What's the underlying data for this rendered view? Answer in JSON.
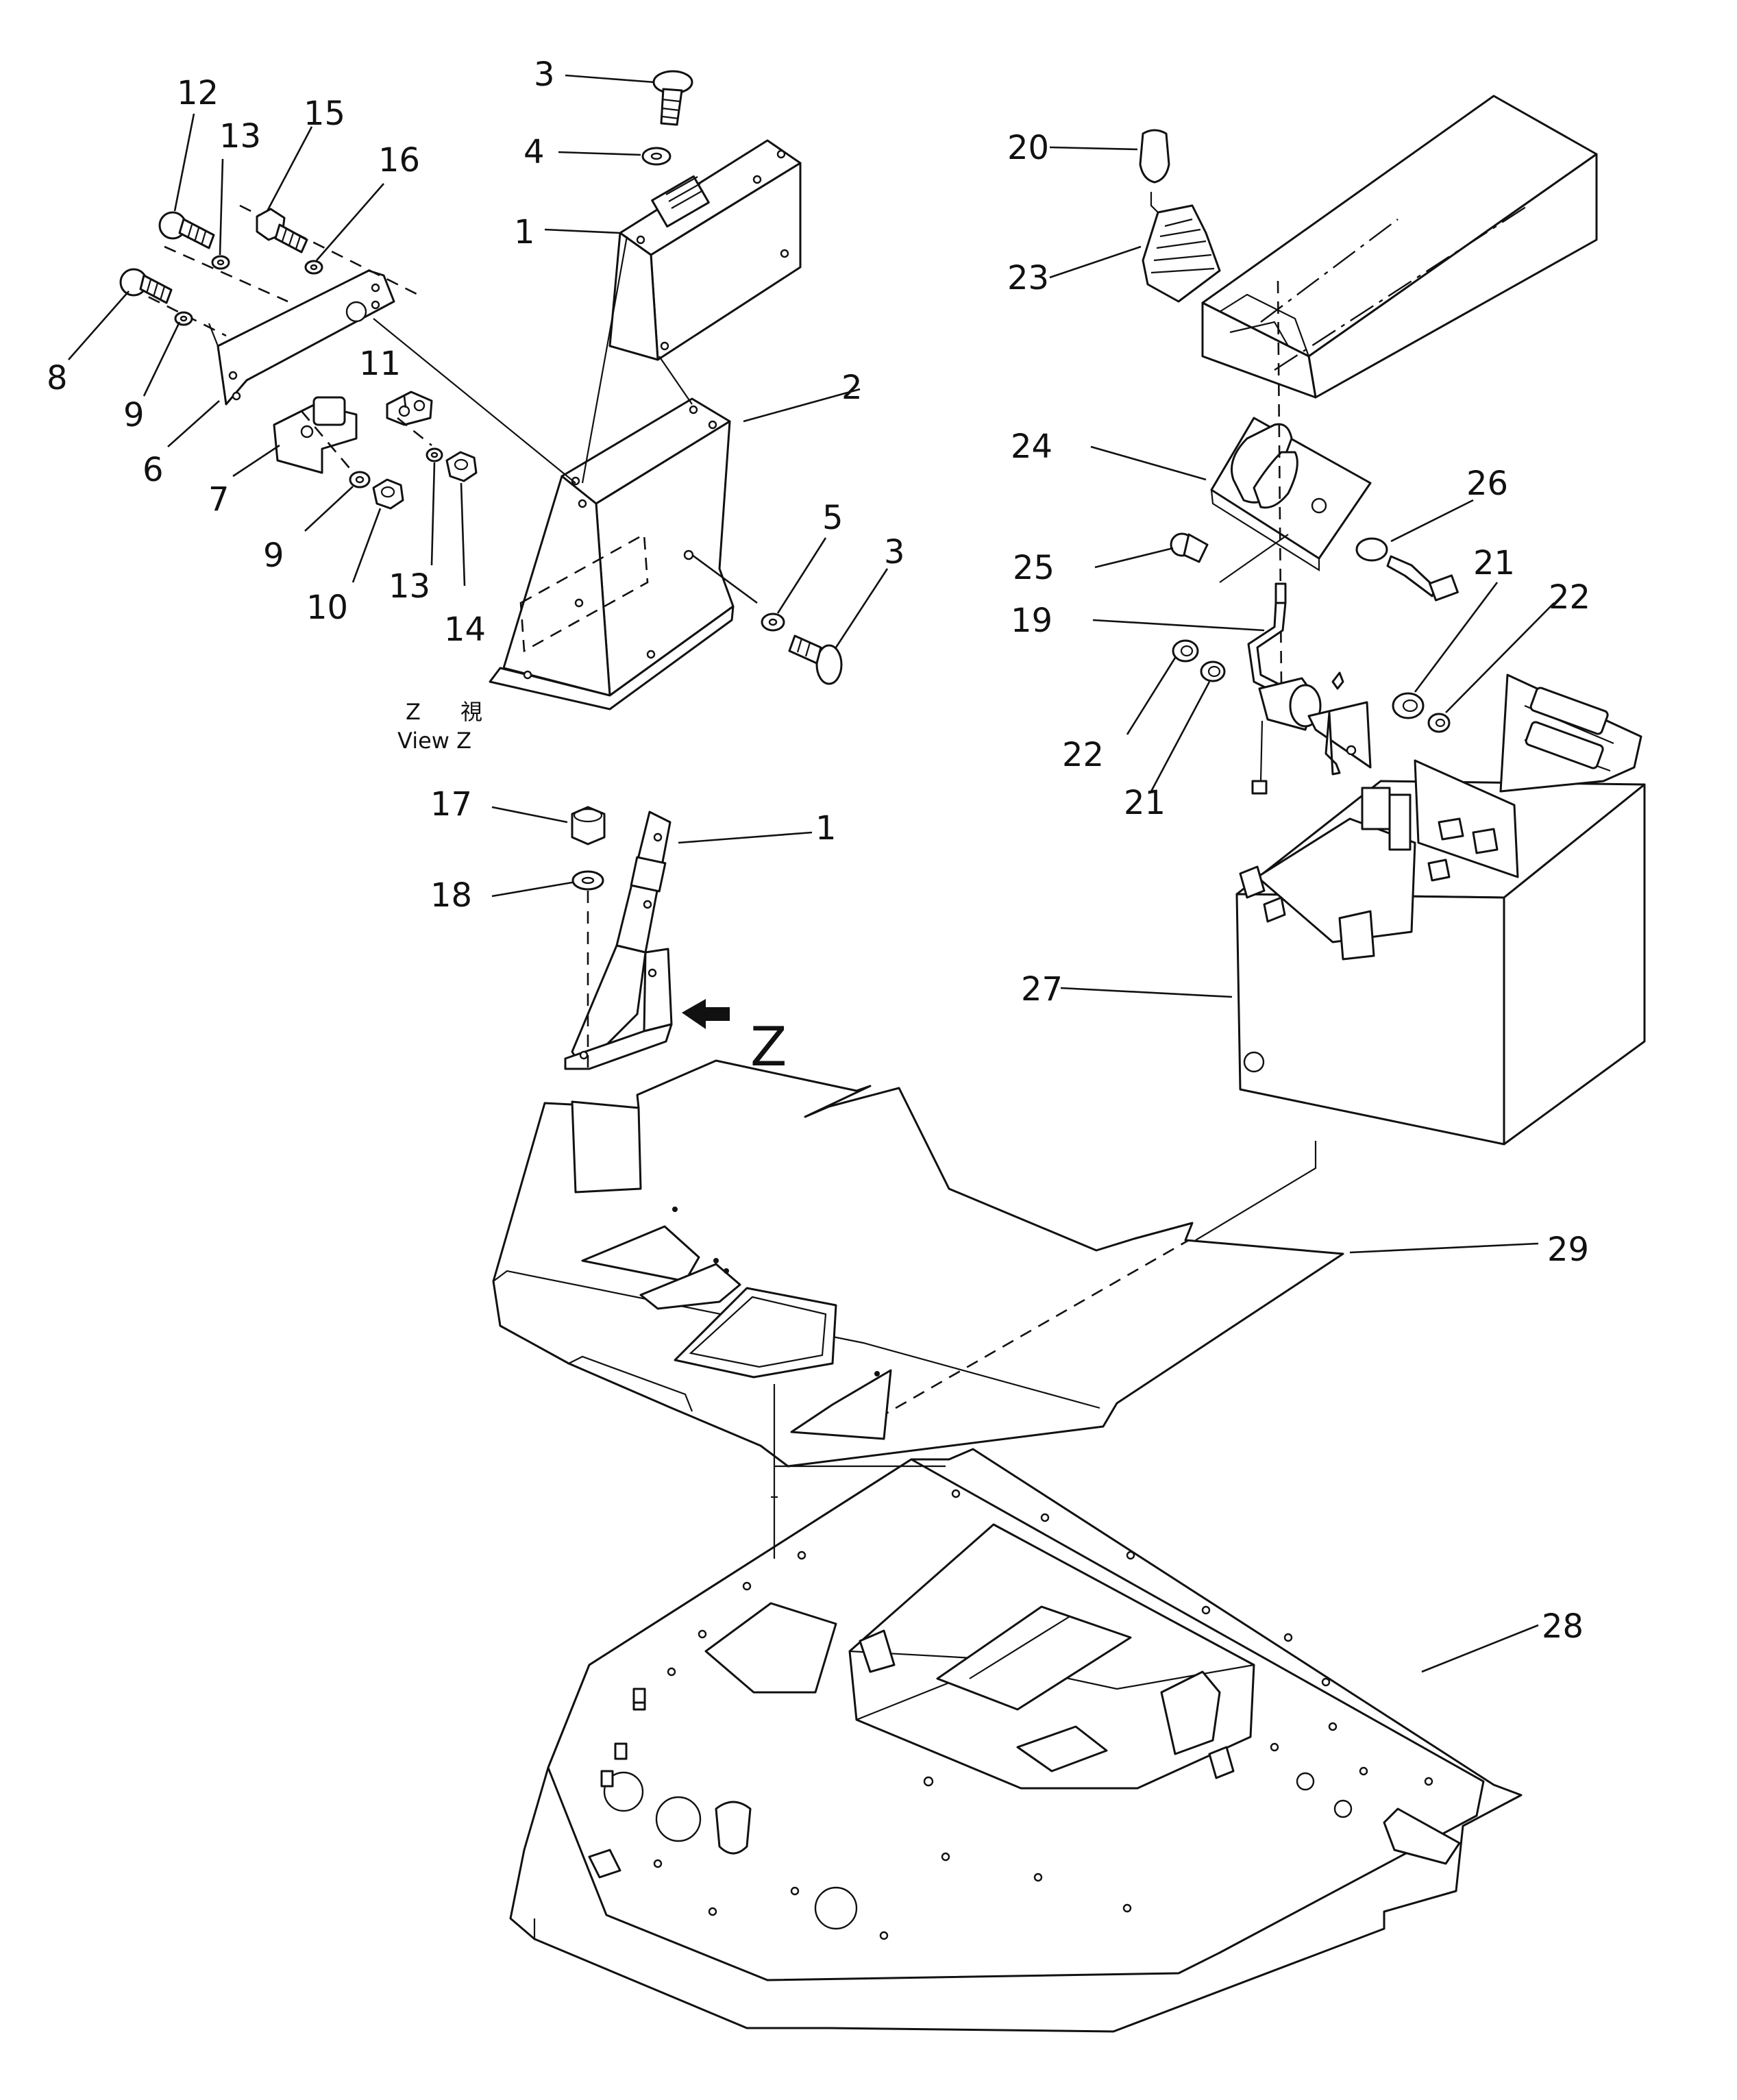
{
  "callouts": {
    "c1a": "1",
    "c1b": "1",
    "c2": "2",
    "c3a": "3",
    "c3b": "3",
    "c4": "4",
    "c5": "5",
    "c6": "6",
    "c7": "7",
    "c8": "8",
    "c9a": "9",
    "c9b": "9",
    "c10": "10",
    "c11": "11",
    "c12": "12",
    "c13a": "13",
    "c13b": "13",
    "c14": "14",
    "c15": "15",
    "c16": "16",
    "c17": "17",
    "c18": "18",
    "c19": "19",
    "c20": "20",
    "c21a": "21",
    "c21b": "21",
    "c22a": "22",
    "c22b": "22",
    "c23": "23",
    "c24": "24",
    "c25": "25",
    "c26": "26",
    "c27": "27",
    "c28": "28",
    "c29": "29"
  },
  "view_label": {
    "line1_left": "Z",
    "line1_right": "視",
    "line2": "View Z"
  },
  "arrow_label": "Z"
}
